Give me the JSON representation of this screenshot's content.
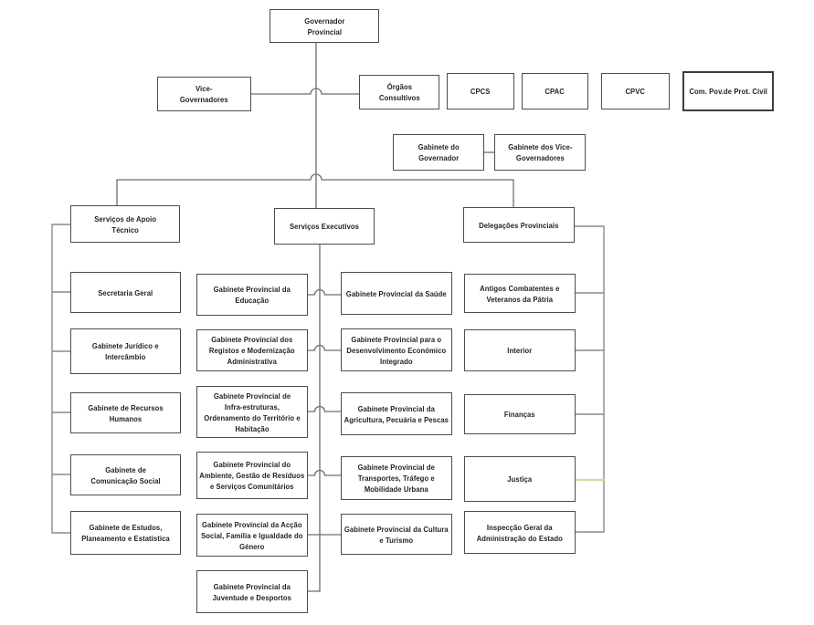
{
  "colors": {
    "connector": "#6e6e6e",
    "spine": "#8a8a8a",
    "box_border": "#4d4d4d",
    "text": "#1f1f1f",
    "highlight_connector": "#dbd49e"
  },
  "nodes": {
    "governador": {
      "label": "Governador Provincial"
    },
    "vice_governadores": {
      "label": "Vice-Governadores"
    },
    "orgaos_consultivos": {
      "label": "Órgãos Consultivos"
    },
    "cpcs": {
      "label": "CPCS"
    },
    "cpac": {
      "label": "CPAC"
    },
    "cpvc": {
      "label": "CPVC"
    },
    "com_pov_prot_civil": {
      "label": "Com. Pov.de Prot. Civil"
    },
    "gab_governador": {
      "label": "Gabinete do Governador"
    },
    "gab_vice_governadores": {
      "label": "Gabinete dos Vice-Governadores"
    },
    "servicos_apoio_tecnico": {
      "label": "Serviços de Apoio Técnico"
    },
    "servicos_executivos": {
      "label": "Serviços Executivos"
    },
    "delegacoes_provinciais": {
      "label": "Delegações Provinciais"
    },
    "secretaria_geral": {
      "label": "Secretaria Geral"
    },
    "gab_juridico": {
      "label": "Gabinete Jurídico e Intercâmbio"
    },
    "gab_recursos_humanos": {
      "label": "Gabinete de Recursos Humanos"
    },
    "gab_comunicacao_social": {
      "label": "Gabinete de Comunicação Social"
    },
    "gab_estudos": {
      "label": "Gabinete de Estudos, Planeamento e Estatística"
    },
    "gp_educacao": {
      "label": "Gabinete Provincial da Educação"
    },
    "gp_registos": {
      "label": "Gabinete Provincial dos Registos e Modernização Administrativa"
    },
    "gp_infraestruturas": {
      "label": "Gabinete Provincial de Infra-estruturas, Ordenamento do Território e Habitação"
    },
    "gp_ambiente": {
      "label": "Gabinete Provincial do Ambiente, Gestão de Resíduos e Serviços Comunitários"
    },
    "gp_accao_social": {
      "label": "Gabinete Provincial da Acção Social, Família e Igualdade do Género"
    },
    "gp_juventude": {
      "label": "Gabinete Provincial da Juventude e Desportos"
    },
    "gp_saude": {
      "label": "Gabinete Provincial da Saúde"
    },
    "gp_desenvolvimento": {
      "label": "Gabinete Provincial para o Desenvolvimento Económico Integrado"
    },
    "gp_agricultura": {
      "label": "Gabinete Provincial da Agricultura, Pecuária e Pescas"
    },
    "gp_transportes": {
      "label": "Gabinete Provincial de Transportes, Tráfego e Mobilidade Urbana"
    },
    "gp_cultura": {
      "label": "Gabinete Provincial da Cultura e Turismo"
    },
    "antigos_combatentes": {
      "label": "Antigos Combatentes e Veteranos da Pátria"
    },
    "interior": {
      "label": "Interior"
    },
    "financas": {
      "label": "Finanças"
    },
    "justica": {
      "label": "Justiça"
    },
    "inspeccao_geral": {
      "label": "Inspecção Geral da Administração do Estado"
    }
  }
}
